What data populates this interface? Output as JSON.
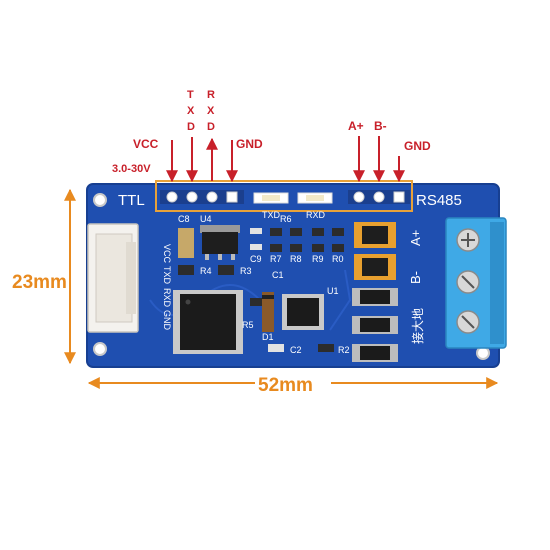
{
  "labels": {
    "vcc": "VCC",
    "voltage": "3.0-30V",
    "txd_t": "T",
    "txd_x": "X",
    "txd_d": "D",
    "rxd_r": "R",
    "rxd_x": "X",
    "rxd_d": "D",
    "gnd_left": "GND",
    "a_plus": "A+",
    "b_minus": "B-",
    "gnd_right": "GND"
  },
  "dimensions": {
    "height": "23mm",
    "width": "52mm"
  },
  "silkscreen": {
    "ttl": "TTL",
    "rs485": "RS485",
    "txd": "TXD",
    "rxd": "RXD",
    "c8": "C8",
    "u4": "U4",
    "c9": "C9",
    "r6": "R6",
    "r7": "R7",
    "r8": "R8",
    "r9": "R9",
    "r0": "R0",
    "r4": "R4",
    "r3": "R3",
    "r5": "R5",
    "d1": "D1",
    "c1": "C1",
    "u1": "U1",
    "c2": "C2",
    "r2": "R2",
    "conn_vcc": "VCC",
    "conn_txd": "TXD",
    "conn_rxd": "RXD",
    "conn_gnd": "GND",
    "term_a": "A+",
    "term_b": "B-",
    "term_gnd": "接大地"
  },
  "colors": {
    "pcb": "#1f4fb0",
    "pcb_dark": "#173f91",
    "arrow_red": "#c8202a",
    "dim_orange": "#e88a1f",
    "terminal_blue": "#3fa9e6"
  }
}
